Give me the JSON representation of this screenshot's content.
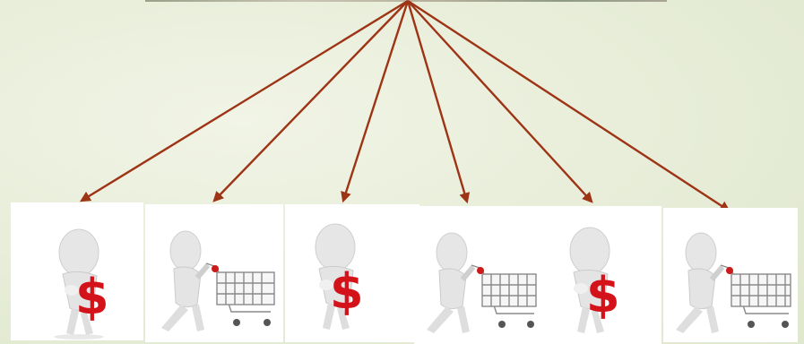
{
  "diagram": {
    "colors": {
      "background": "#e7edd8",
      "arrow": "#9e3416",
      "figure": "#e6e6e6",
      "dollar": "#d4121a",
      "cart": "#8a8a8a"
    },
    "hub": "top-center",
    "targets": [
      {
        "figure": "person-holding-dollar"
      },
      {
        "figure": "person-pushing-cart"
      },
      {
        "figure": "person-holding-dollar"
      },
      {
        "figure": "person-pushing-cart"
      },
      {
        "figure": "person-holding-dollar"
      },
      {
        "figure": "person-pushing-cart"
      }
    ]
  }
}
